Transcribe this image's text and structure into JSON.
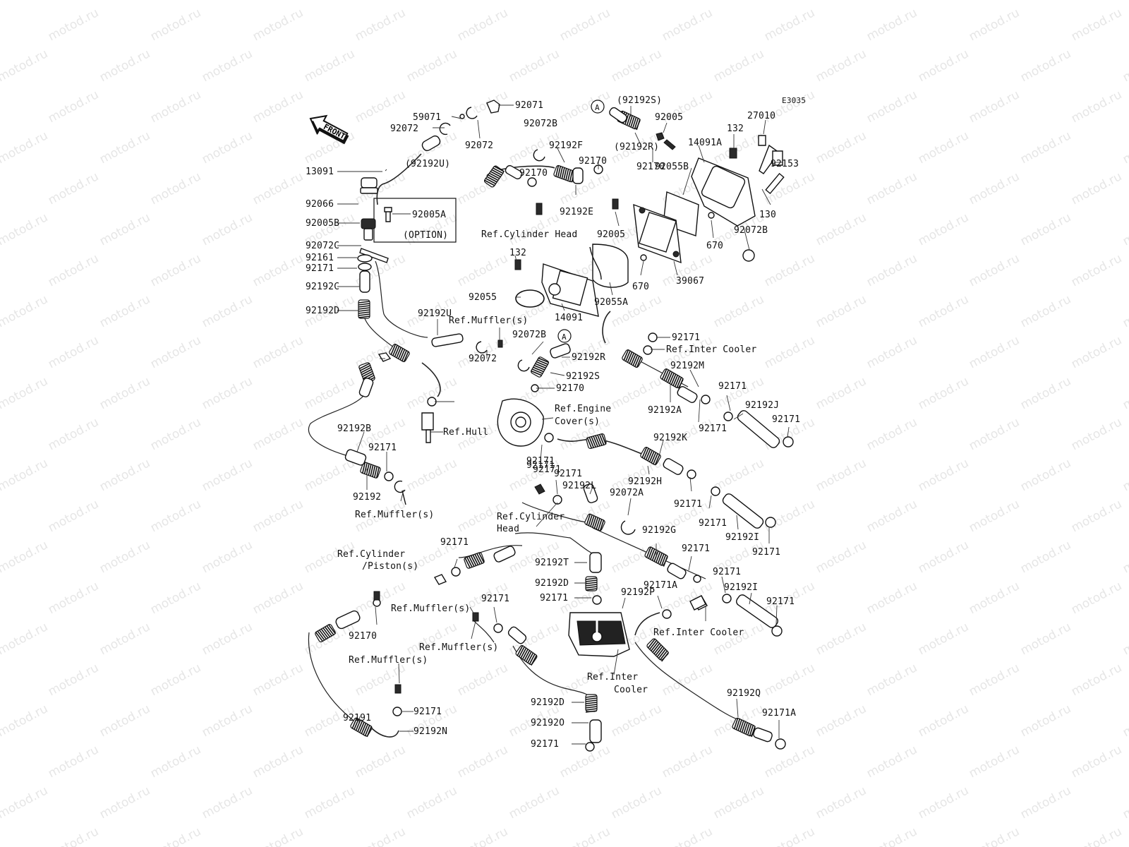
{
  "diagram_code": "E3035",
  "watermark": "motod.ru",
  "front_arrow_label": "FRONT",
  "option_box": {
    "part": "92005A",
    "note": "(OPTION)"
  },
  "circle_markers": [
    "A",
    "A"
  ],
  "labels": [
    "92071",
    "59071",
    "92072",
    "92072",
    "92072B",
    "(92192S)",
    "92005",
    "27010",
    "132",
    "14091A",
    "92153",
    "130",
    "92192F",
    "92170",
    "92170",
    "92170",
    "(92192R)",
    "92192E",
    "92055B",
    "92005",
    "670",
    "92072B",
    "670",
    "39067",
    "13091",
    "(92192U)",
    "92066",
    "92005B",
    "92072C",
    "92161",
    "92171",
    "92192C",
    "92192D",
    "Ref.Cylinder Head",
    "132",
    "92055",
    "14091",
    "92055A",
    "92192U",
    "Ref.Muffler(s)",
    "92072B",
    "92072",
    "92192R",
    "92192S",
    "92170",
    "92171",
    "Ref.Inter Cooler",
    "92192M",
    "92192A",
    "92171",
    "92192J",
    "92171",
    "92171",
    "92171",
    "Ref.Engine",
    "Cover(s)",
    "92171",
    "Ref.Hull",
    "92192B",
    "92171",
    "92192",
    "Ref.Muffler(s)",
    "92171",
    "92171",
    "92192L",
    "92192K",
    "92192H",
    "92171",
    "92171",
    "92192I",
    "92171",
    "92072A",
    "Ref.Cylinder",
    "Head",
    "92192G",
    "92171",
    "92171",
    "92192I",
    "92171",
    "Ref.Cylinder",
    "/Piston(s)",
    "92171",
    "92192T",
    "92192D",
    "92171",
    "92171A",
    "92192P",
    "Ref.Muffler(s)",
    "92170",
    "92171",
    "Ref.Muffler(s)",
    "Ref.Inter Cooler",
    "Ref.Muffler(s)",
    "Ref.Inter",
    "Cooler",
    "92191",
    "92171",
    "92192N",
    "92192D",
    "92192O",
    "92171",
    "92192Q",
    "92171A"
  ]
}
